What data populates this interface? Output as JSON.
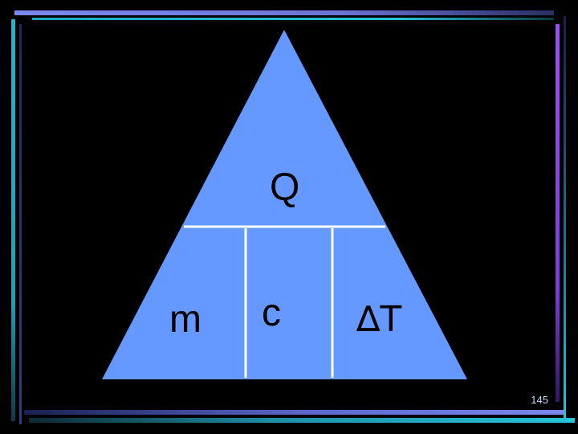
{
  "diagram": {
    "top_label": "Q",
    "bottom_labels": [
      "m",
      "c",
      "∆T"
    ]
  },
  "slide": {
    "page_number": "145"
  },
  "colors": {
    "background": "#000000",
    "triangle_fill": "#6699ff",
    "divider": "#ffffff",
    "frame_blue": "#6f7ee0",
    "frame_cyan": "#26c4d8",
    "frame_violet": "#8a4fe8",
    "text": "#000000"
  }
}
